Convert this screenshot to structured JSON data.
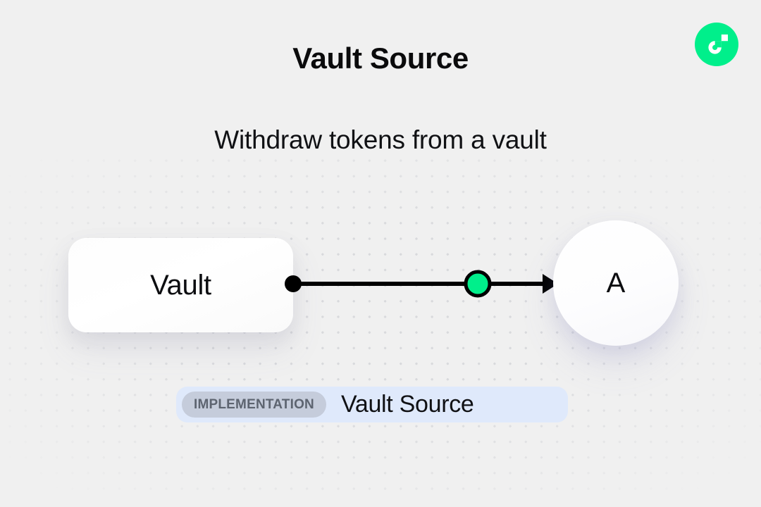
{
  "page": {
    "title": "Vault Source",
    "subtitle": "Withdraw tokens from a vault",
    "background_color": "#f0f0f0"
  },
  "logo": {
    "name": "flow-logo",
    "color": "#00ef8b",
    "mark_color": "#ffffff"
  },
  "diagram": {
    "nodes": [
      {
        "id": "vault",
        "label": "Vault",
        "shape": "rounded-rect",
        "fill": "#ffffff"
      },
      {
        "id": "a",
        "label": "A",
        "shape": "circle",
        "fill": "#ffffff"
      }
    ],
    "edge": {
      "from": "vault",
      "to": "a",
      "line_color": "#000000",
      "source_handle_color": "#000000",
      "midpoint_marker_color": "#00ef8b",
      "arrow_color": "#000000"
    }
  },
  "footer_badge": {
    "tag": "IMPLEMENTATION",
    "name": "Vault Source",
    "background_color": "#dfe9fb",
    "tag_background_color": "#c5ccdb",
    "tag_text_color": "#5d6470"
  }
}
